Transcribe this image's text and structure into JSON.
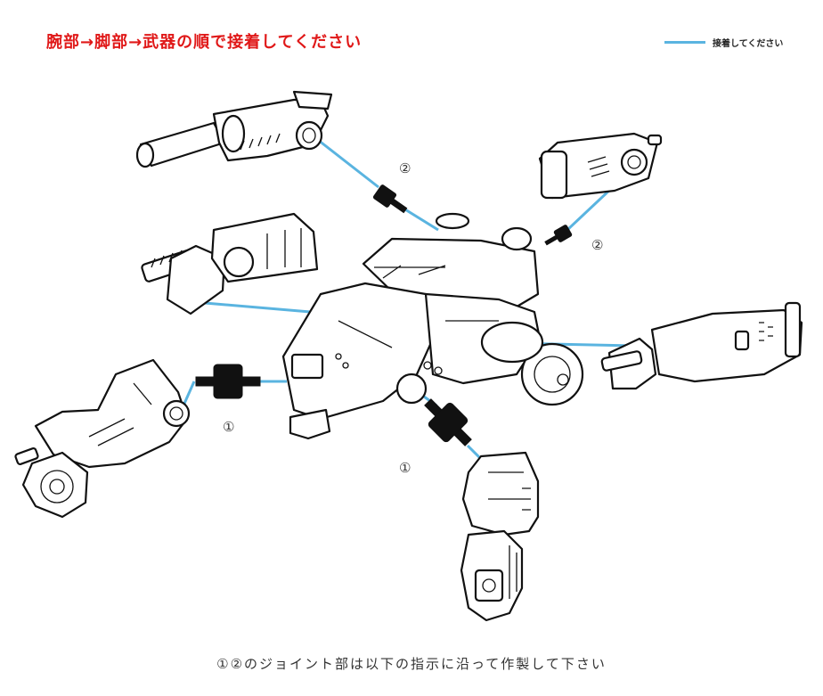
{
  "title": "腕部→脚部→武器の順で接着してください",
  "legend": {
    "label": "接着してください",
    "line_color": "#5ab4e0"
  },
  "markers": {
    "m1": "②",
    "m2": "②",
    "m3": "①",
    "m4": "①"
  },
  "footer": "①②のジョイント部は以下の指示に沿って作製して下さい",
  "colors": {
    "title": "#e01818",
    "glue_line": "#5ab4e0",
    "ink": "#111111"
  }
}
